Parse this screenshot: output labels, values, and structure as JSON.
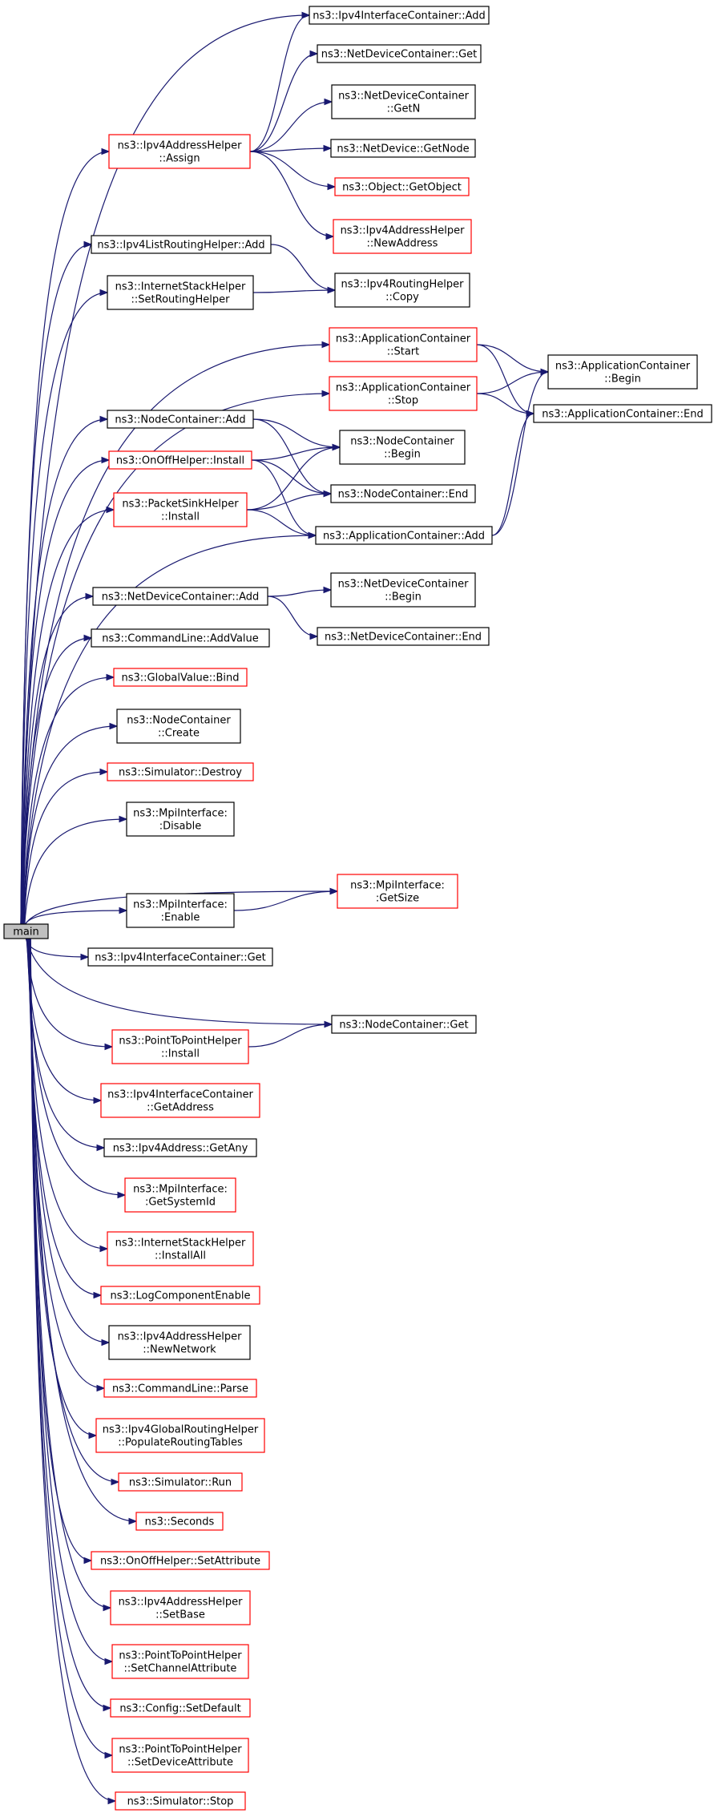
{
  "colors": {
    "edge": "#191970",
    "external_border": "#000000",
    "documented_border": "#ff0000",
    "root_fill": "#bfbfbf"
  },
  "root": {
    "id": "main",
    "label": [
      "main"
    ]
  },
  "nodes": [
    {
      "id": "ifc_add",
      "label": [
        "ns3::Ipv4InterfaceContainer::Add"
      ],
      "style": "black"
    },
    {
      "id": "ndc_get",
      "label": [
        "ns3::NetDeviceContainer::Get"
      ],
      "style": "black"
    },
    {
      "id": "ndc_getn",
      "label": [
        "ns3::NetDeviceContainer",
        "::GetN"
      ],
      "style": "black"
    },
    {
      "id": "addr_assign",
      "label": [
        "ns3::Ipv4AddressHelper",
        "::Assign"
      ],
      "style": "red"
    },
    {
      "id": "nd_getnode",
      "label": [
        "ns3::NetDevice::GetNode"
      ],
      "style": "black"
    },
    {
      "id": "obj_getobject",
      "label": [
        "ns3::Object::GetObject"
      ],
      "style": "red"
    },
    {
      "id": "addr_newaddress",
      "label": [
        "ns3::Ipv4AddressHelper",
        "::NewAddress"
      ],
      "style": "red"
    },
    {
      "id": "lrh_add",
      "label": [
        "ns3::Ipv4ListRoutingHelper::Add"
      ],
      "style": "black"
    },
    {
      "id": "ish_setrouting",
      "label": [
        "ns3::InternetStackHelper",
        "::SetRoutingHelper"
      ],
      "style": "black"
    },
    {
      "id": "rh_copy",
      "label": [
        "ns3::Ipv4RoutingHelper",
        "::Copy"
      ],
      "style": "black"
    },
    {
      "id": "ac_start",
      "label": [
        "ns3::ApplicationContainer",
        "::Start"
      ],
      "style": "red"
    },
    {
      "id": "ac_begin",
      "label": [
        "ns3::ApplicationContainer",
        "::Begin"
      ],
      "style": "black"
    },
    {
      "id": "ac_stop",
      "label": [
        "ns3::ApplicationContainer",
        "::Stop"
      ],
      "style": "red"
    },
    {
      "id": "ac_end",
      "label": [
        "ns3::ApplicationContainer::End"
      ],
      "style": "black"
    },
    {
      "id": "nc_add",
      "label": [
        "ns3::NodeContainer::Add"
      ],
      "style": "black"
    },
    {
      "id": "nc_begin",
      "label": [
        "ns3::NodeContainer",
        "::Begin"
      ],
      "style": "black"
    },
    {
      "id": "onoff_install",
      "label": [
        "ns3::OnOffHelper::Install"
      ],
      "style": "red"
    },
    {
      "id": "nc_end",
      "label": [
        "ns3::NodeContainer::End"
      ],
      "style": "black"
    },
    {
      "id": "psh_install",
      "label": [
        "ns3::PacketSinkHelper",
        "::Install"
      ],
      "style": "red"
    },
    {
      "id": "ac_add",
      "label": [
        "ns3::ApplicationContainer::Add"
      ],
      "style": "black"
    },
    {
      "id": "ndc_add",
      "label": [
        "ns3::NetDeviceContainer::Add"
      ],
      "style": "black"
    },
    {
      "id": "ndc_begin",
      "label": [
        "ns3::NetDeviceContainer",
        "::Begin"
      ],
      "style": "black"
    },
    {
      "id": "ndc_end",
      "label": [
        "ns3::NetDeviceContainer::End"
      ],
      "style": "black"
    },
    {
      "id": "cl_addvalue",
      "label": [
        "ns3::CommandLine::AddValue"
      ],
      "style": "black"
    },
    {
      "id": "gv_bind",
      "label": [
        "ns3::GlobalValue::Bind"
      ],
      "style": "red"
    },
    {
      "id": "nc_create",
      "label": [
        "ns3::NodeContainer",
        "::Create"
      ],
      "style": "black"
    },
    {
      "id": "sim_destroy",
      "label": [
        "ns3::Simulator::Destroy"
      ],
      "style": "red"
    },
    {
      "id": "mpi_disable",
      "label": [
        "ns3::MpiInterface:",
        ":Disable"
      ],
      "style": "black"
    },
    {
      "id": "mpi_getsize",
      "label": [
        "ns3::MpiInterface:",
        ":GetSize"
      ],
      "style": "red"
    },
    {
      "id": "mpi_enable",
      "label": [
        "ns3::MpiInterface:",
        ":Enable"
      ],
      "style": "black"
    },
    {
      "id": "ifc_get",
      "label": [
        "ns3::Ipv4InterfaceContainer::Get"
      ],
      "style": "black"
    },
    {
      "id": "nc_get",
      "label": [
        "ns3::NodeContainer::Get"
      ],
      "style": "black"
    },
    {
      "id": "p2p_install",
      "label": [
        "ns3::PointToPointHelper",
        "::Install"
      ],
      "style": "red"
    },
    {
      "id": "ifc_getaddress",
      "label": [
        "ns3::Ipv4InterfaceContainer",
        "::GetAddress"
      ],
      "style": "red"
    },
    {
      "id": "addr_getany",
      "label": [
        "ns3::Ipv4Address::GetAny"
      ],
      "style": "black"
    },
    {
      "id": "mpi_getsystemid",
      "label": [
        "ns3::MpiInterface:",
        ":GetSystemId"
      ],
      "style": "red"
    },
    {
      "id": "ish_installall",
      "label": [
        "ns3::InternetStackHelper",
        "::InstallAll"
      ],
      "style": "red"
    },
    {
      "id": "log_enable",
      "label": [
        "ns3::LogComponentEnable"
      ],
      "style": "red"
    },
    {
      "id": "addr_newnetwork",
      "label": [
        "ns3::Ipv4AddressHelper",
        "::NewNetwork"
      ],
      "style": "black"
    },
    {
      "id": "cl_parse",
      "label": [
        "ns3::CommandLine::Parse"
      ],
      "style": "red"
    },
    {
      "id": "grh_populate",
      "label": [
        "ns3::Ipv4GlobalRoutingHelper",
        "::PopulateRoutingTables"
      ],
      "style": "red"
    },
    {
      "id": "sim_run",
      "label": [
        "ns3::Simulator::Run"
      ],
      "style": "red"
    },
    {
      "id": "seconds",
      "label": [
        "ns3::Seconds"
      ],
      "style": "red"
    },
    {
      "id": "onoff_setattr",
      "label": [
        "ns3::OnOffHelper::SetAttribute"
      ],
      "style": "red"
    },
    {
      "id": "addr_setbase",
      "label": [
        "ns3::Ipv4AddressHelper",
        "::SetBase"
      ],
      "style": "red"
    },
    {
      "id": "p2p_setchannel",
      "label": [
        "ns3::PointToPointHelper",
        "::SetChannelAttribute"
      ],
      "style": "red"
    },
    {
      "id": "cfg_setdefault",
      "label": [
        "ns3::Config::SetDefault"
      ],
      "style": "red"
    },
    {
      "id": "p2p_setdevice",
      "label": [
        "ns3::PointToPointHelper",
        "::SetDeviceAttribute"
      ],
      "style": "red"
    },
    {
      "id": "sim_stop",
      "label": [
        "ns3::Simulator::Stop"
      ],
      "style": "red"
    }
  ],
  "edges": [
    [
      "main",
      "ifc_add"
    ],
    [
      "main",
      "addr_assign"
    ],
    [
      "main",
      "lrh_add"
    ],
    [
      "main",
      "ish_setrouting"
    ],
    [
      "main",
      "ac_start"
    ],
    [
      "main",
      "ac_stop"
    ],
    [
      "main",
      "nc_add"
    ],
    [
      "main",
      "onoff_install"
    ],
    [
      "main",
      "psh_install"
    ],
    [
      "main",
      "ac_add"
    ],
    [
      "main",
      "ndc_add"
    ],
    [
      "main",
      "cl_addvalue"
    ],
    [
      "main",
      "gv_bind"
    ],
    [
      "main",
      "nc_create"
    ],
    [
      "main",
      "sim_destroy"
    ],
    [
      "main",
      "mpi_disable"
    ],
    [
      "main",
      "mpi_getsize"
    ],
    [
      "main",
      "mpi_enable"
    ],
    [
      "main",
      "ifc_get"
    ],
    [
      "main",
      "nc_get"
    ],
    [
      "main",
      "p2p_install"
    ],
    [
      "main",
      "ifc_getaddress"
    ],
    [
      "main",
      "addr_getany"
    ],
    [
      "main",
      "mpi_getsystemid"
    ],
    [
      "main",
      "ish_installall"
    ],
    [
      "main",
      "log_enable"
    ],
    [
      "main",
      "addr_newnetwork"
    ],
    [
      "main",
      "cl_parse"
    ],
    [
      "main",
      "grh_populate"
    ],
    [
      "main",
      "sim_run"
    ],
    [
      "main",
      "seconds"
    ],
    [
      "main",
      "onoff_setattr"
    ],
    [
      "main",
      "addr_setbase"
    ],
    [
      "main",
      "p2p_setchannel"
    ],
    [
      "main",
      "cfg_setdefault"
    ],
    [
      "main",
      "p2p_setdevice"
    ],
    [
      "main",
      "sim_stop"
    ],
    [
      "addr_assign",
      "ifc_add"
    ],
    [
      "addr_assign",
      "ndc_get"
    ],
    [
      "addr_assign",
      "ndc_getn"
    ],
    [
      "addr_assign",
      "nd_getnode"
    ],
    [
      "addr_assign",
      "obj_getobject"
    ],
    [
      "addr_assign",
      "addr_newaddress"
    ],
    [
      "lrh_add",
      "rh_copy"
    ],
    [
      "ish_setrouting",
      "rh_copy"
    ],
    [
      "ac_start",
      "ac_begin"
    ],
    [
      "ac_start",
      "ac_end"
    ],
    [
      "ac_stop",
      "ac_begin"
    ],
    [
      "ac_stop",
      "ac_end"
    ],
    [
      "nc_add",
      "nc_begin"
    ],
    [
      "nc_add",
      "nc_end"
    ],
    [
      "onoff_install",
      "nc_begin"
    ],
    [
      "onoff_install",
      "nc_end"
    ],
    [
      "onoff_install",
      "ac_add"
    ],
    [
      "psh_install",
      "nc_begin"
    ],
    [
      "psh_install",
      "nc_end"
    ],
    [
      "psh_install",
      "ac_add"
    ],
    [
      "ac_add",
      "ac_begin"
    ],
    [
      "ac_add",
      "ac_end"
    ],
    [
      "ndc_add",
      "ndc_begin"
    ],
    [
      "ndc_add",
      "ndc_end"
    ],
    [
      "mpi_enable",
      "mpi_getsize"
    ],
    [
      "p2p_install",
      "nc_get"
    ]
  ]
}
